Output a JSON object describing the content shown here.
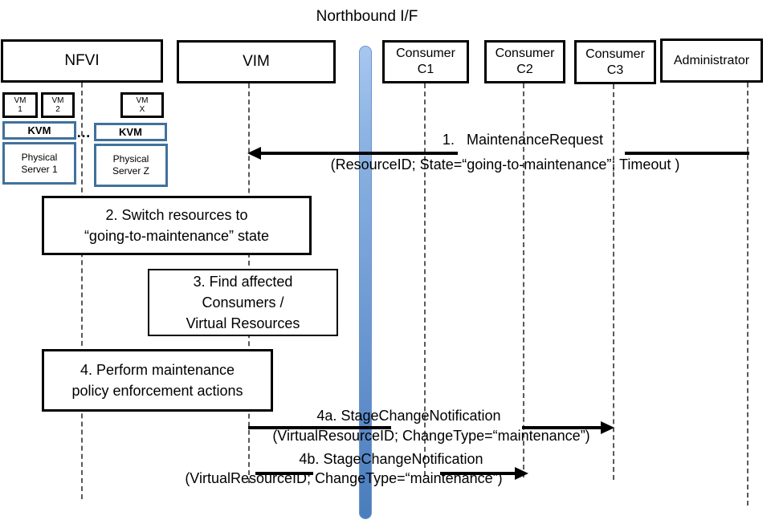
{
  "title": "Northbound I/F",
  "actors": {
    "nfvi": "NFVI",
    "vim": "VIM",
    "c1": "Consumer\nC1",
    "c2": "Consumer\nC2",
    "c3": "Consumer\nC3",
    "admin": "Administrator"
  },
  "nfvi_internals": {
    "vm1": "VM\n1",
    "vm2": "VM\n2",
    "vmx": "VM\nX",
    "kvm1": "KVM",
    "kvm2": "KVM",
    "dots": "…",
    "ps1": "Physical\nServer 1",
    "psz": "Physical\nServer Z"
  },
  "messages": {
    "m1": {
      "name": "1.   MaintenanceRequest",
      "params": "(ResourceID; State=“going-to-maintenance”; Timeout )"
    },
    "m4a": {
      "name": "4a. StageChangeNotification",
      "params": "(VirtualResourceID; ChangeType=“maintenance”)"
    },
    "m4b": {
      "name": "4b. StageChangeNotification",
      "params": "(VirtualResourceID; ChangeType=“maintenance”)"
    }
  },
  "steps": {
    "s2": "2. Switch resources to\n“going-to-maintenance” state",
    "s3": "3. Find affected\nConsumers /\nVirtual Resources",
    "s4": "4. Perform maintenance\npolicy enforcement actions"
  },
  "colors": {
    "actor_border": "#000000",
    "blue_box_border": "#41719c",
    "bar_top": "#a7c7f0",
    "bar_bottom": "#4a7dbc",
    "lifeline": "#595959",
    "arrow": "#000000"
  }
}
